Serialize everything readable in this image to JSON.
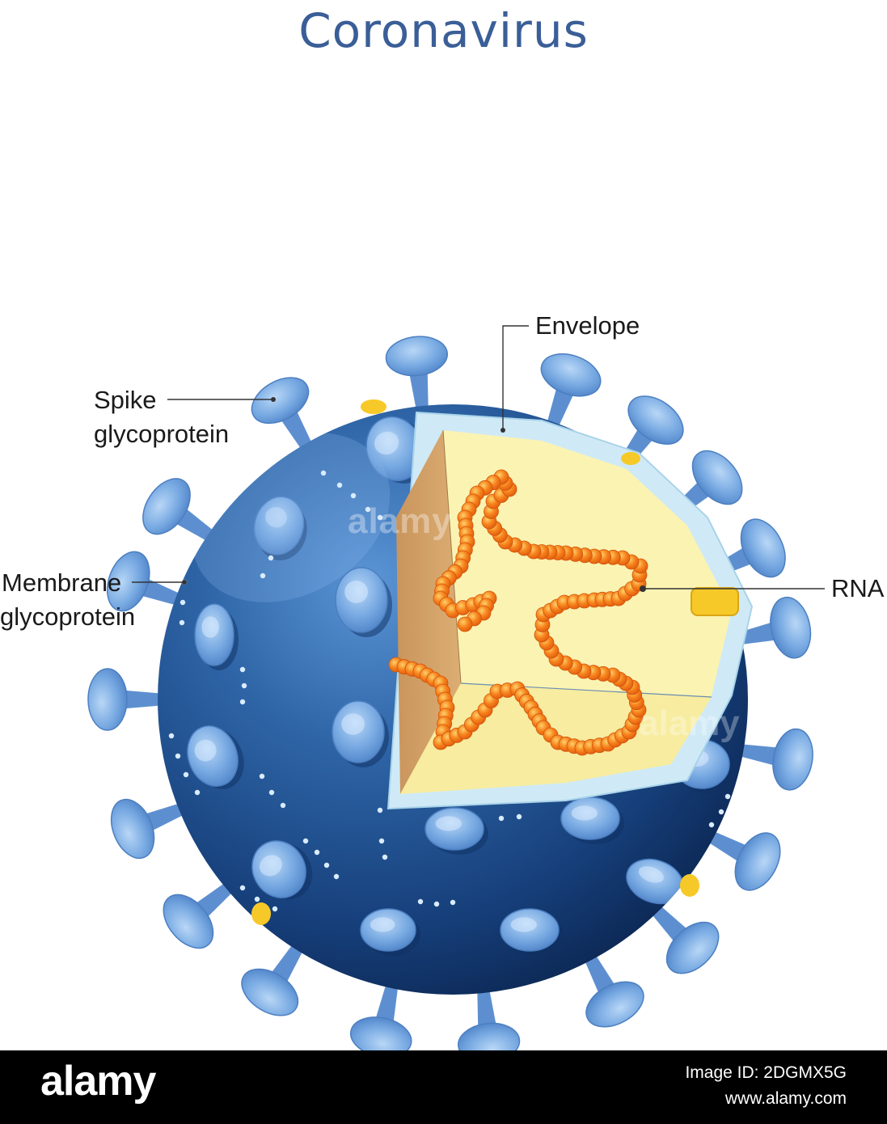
{
  "title": "Coronavirus",
  "labels": {
    "envelope": "Envelope",
    "spike_line1": "Spike",
    "spike_line2": "glycoprotein",
    "membrane_line1": "Membrane",
    "membrane_line2": "glycoprotein",
    "rna": "RNA"
  },
  "watermark": "alamy",
  "footer": {
    "logo": "alamy",
    "image_id": "Image ID: 2DGMX5G",
    "url": "www.alamy.com"
  },
  "colors": {
    "title": "#3a5e97",
    "sphere_dark": "#0c2a58",
    "sphere_light": "#3f7fc4",
    "spike": "#74a6e0",
    "envelope": "#cfeaf6",
    "interior": "#fbf3b2",
    "wedge": "#d6a56a",
    "rna": "#f07a1a",
    "protein_yellow": "#f7c928"
  },
  "icons": [
    "spike-glycoprotein-icon",
    "membrane-glycoprotein-icon",
    "rna-bead-icon"
  ]
}
